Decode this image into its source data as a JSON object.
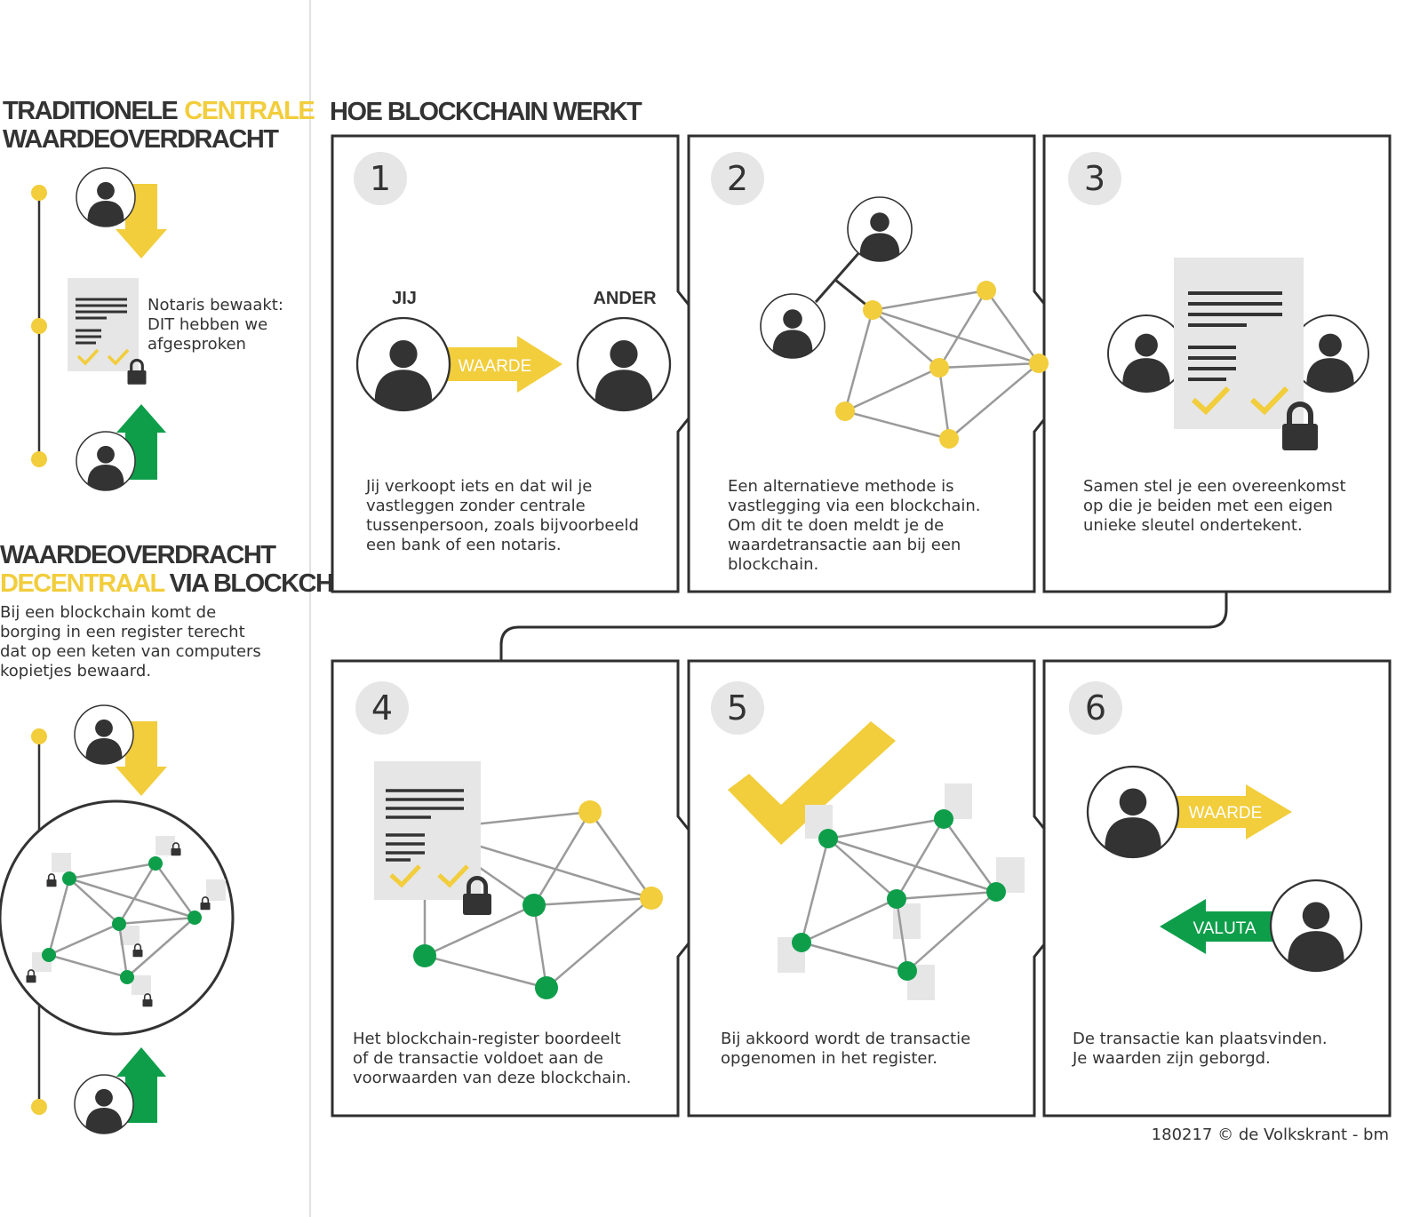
{
  "colors": {
    "yellow": "#f2cd3c",
    "green": "#0e9e4a",
    "dark": "#333333",
    "frame": "#2f2f2f",
    "gray": "#e6e6e6",
    "line": "#9a9a9a"
  },
  "left": {
    "traditional": {
      "title_a": "TRADITIONELE",
      "title_b": "CENTRALE",
      "title_c": "WAARDEOVERDRACHT",
      "notary": [
        "Notaris bewaakt:",
        "DIT hebben we",
        "afgesproken"
      ]
    },
    "decentral": {
      "title_a": "WAARDEOVERDRACHT",
      "title_b": "DECENTRAAL",
      "title_c": "VIA BLOCKCHAIN",
      "desc": [
        "Bij een blockchain komt de",
        "borging in een register terecht",
        "dat op een keten van computers",
        "kopietjes bewaard."
      ]
    }
  },
  "main": {
    "title": "HOE BLOCKCHAIN WERKT",
    "steps": [
      {
        "number": "1",
        "jij_label": "JIJ",
        "ander_label": "ANDER",
        "arrow_label": "WAARDE",
        "text": [
          "Jij verkoopt iets en dat wil je",
          "vastleggen zonder centrale",
          "tussenpersoon, zoals bijvoorbeeld",
          "een bank of een notaris."
        ]
      },
      {
        "number": "2",
        "text": [
          "Een alternatieve methode is",
          "vastlegging via een blockchain.",
          "Om dit te doen meldt je de",
          "waardetransactie aan bij een",
          "blockchain."
        ]
      },
      {
        "number": "3",
        "text": [
          "Samen stel je een overeenkomst",
          "op die je beiden met een eigen",
          "unieke sleutel ondertekent."
        ]
      },
      {
        "number": "4",
        "text": [
          "Het blockchain-register boordeelt",
          "of de transactie voldoet aan de",
          "voorwaarden van deze blockchain."
        ]
      },
      {
        "number": "5",
        "text": [
          "Bij akkoord wordt de transactie",
          "opgenomen in het register."
        ]
      },
      {
        "number": "6",
        "arrow_label_top": "WAARDE",
        "arrow_label_bottom": "VALUTA",
        "text": [
          "De transactie kan plaatsvinden.",
          "Je waarden zijn geborgd."
        ]
      }
    ]
  },
  "credit": "180217 © de Volkskrant - bm"
}
